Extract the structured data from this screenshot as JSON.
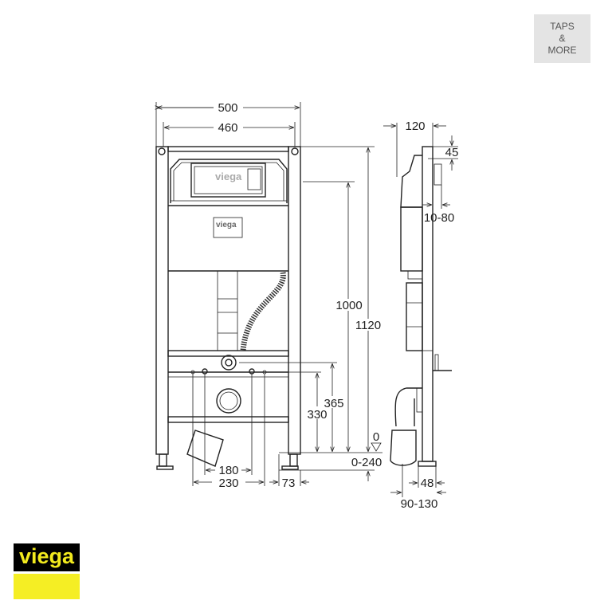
{
  "brand_badge": {
    "line1": "TAPS",
    "line2": "&",
    "line3": "MORE"
  },
  "logo": {
    "text": "viega",
    "colors": {
      "background": "#000000",
      "text": "#f2ea1e",
      "bar": "#f5ee24"
    }
  },
  "front_view": {
    "dimensions": {
      "width_outer": "500",
      "width_inner": "460",
      "height_1000": "1000",
      "height_1120": "1120",
      "height_365": "365",
      "height_330": "330",
      "floor_level": "0",
      "floor_range": "0-240",
      "spacing_180": "180",
      "spacing_230": "230",
      "offset_73": "73"
    },
    "cistern_label": "viega",
    "panel_label": "viega"
  },
  "side_view": {
    "dimensions": {
      "depth_120": "120",
      "top_45": "45",
      "range_10_80": "10-80",
      "foot_48": "48",
      "range_90_130": "90-130"
    }
  }
}
